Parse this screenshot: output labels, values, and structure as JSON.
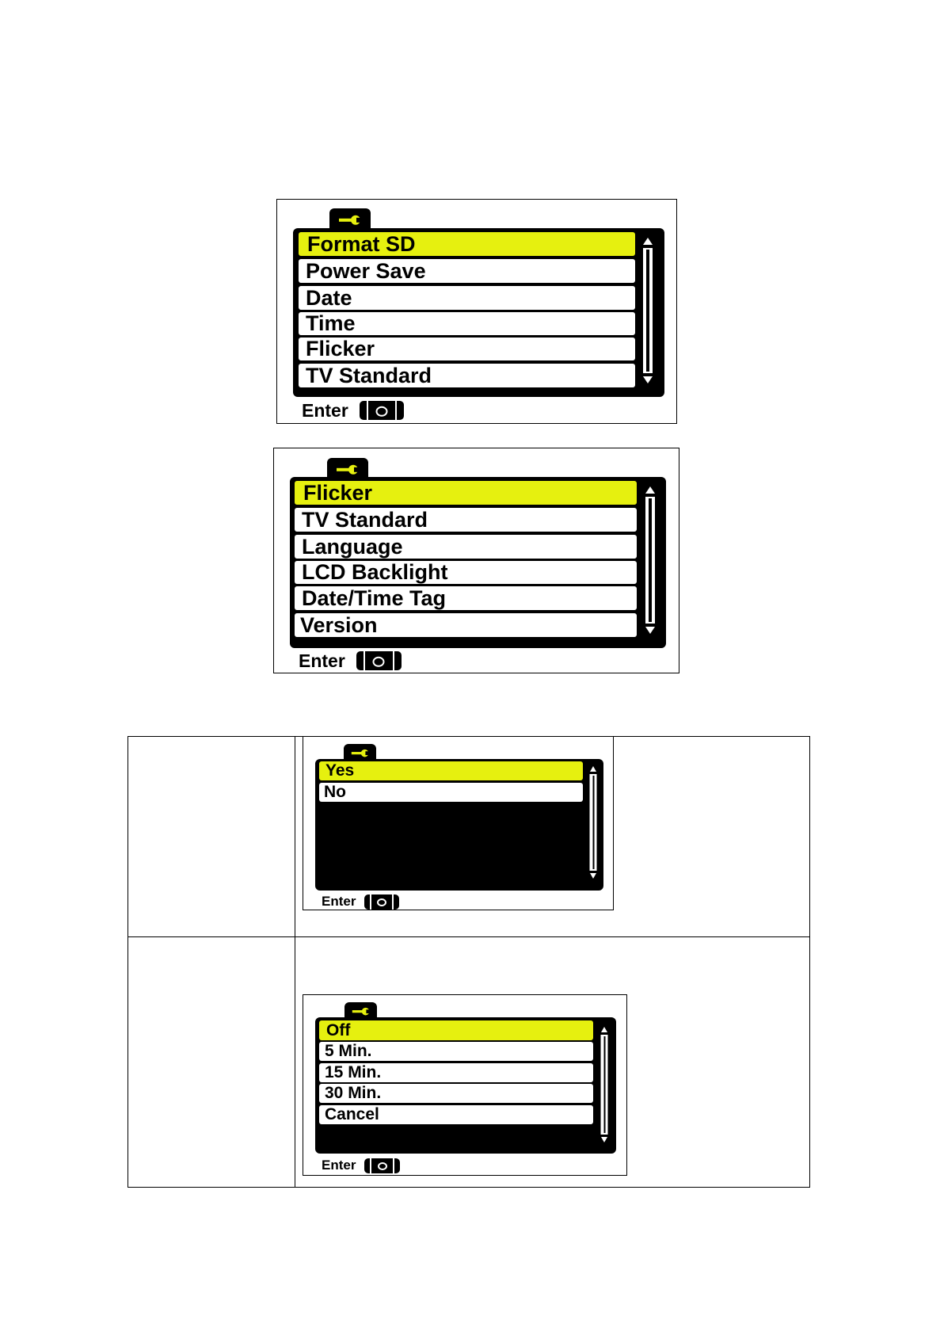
{
  "menu1": {
    "items": [
      "Format SD",
      "Power Save",
      "Date",
      "Time",
      "Flicker",
      "TV Standard"
    ],
    "selected": 0,
    "footer_label": "Enter"
  },
  "menu2": {
    "items": [
      "Flicker",
      "TV Standard",
      "Language",
      "LCD Backlight",
      "Date/Time Tag",
      "Version"
    ],
    "selected": 0,
    "footer_label": "Enter"
  },
  "menu3": {
    "items": [
      "Yes",
      "No"
    ],
    "selected": 0,
    "footer_label": "Enter"
  },
  "menu4": {
    "items": [
      "Off",
      "5 Min.",
      "15 Min.",
      "30 Min.",
      "Cancel"
    ],
    "selected": 0,
    "footer_label": "Enter"
  },
  "colors": {
    "highlight": "#e6f00f",
    "screen": "#000000",
    "item": "#ffffff"
  },
  "icons": {
    "tab": "wrench-icon",
    "footer": "camera-icon"
  }
}
